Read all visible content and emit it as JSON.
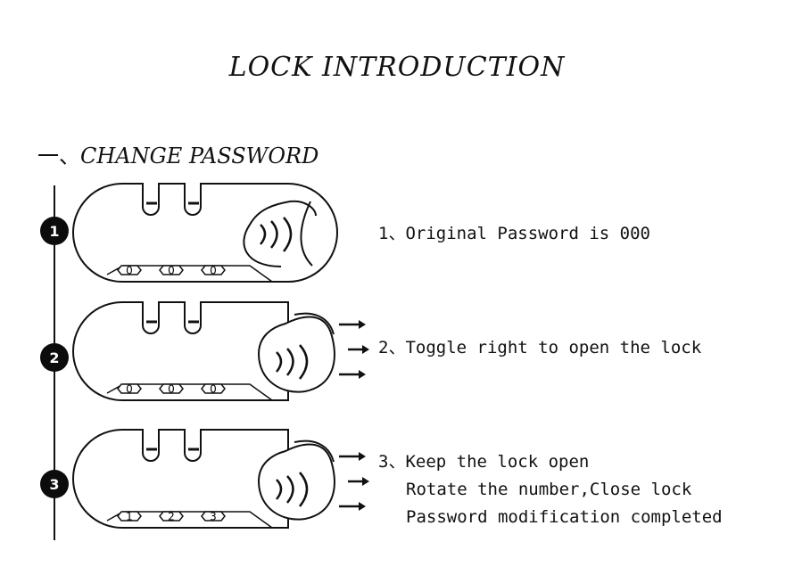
{
  "title": "LOCK INTRODUCTION",
  "section": {
    "prefix": "一、",
    "label": "CHANGE PASSWORD"
  },
  "steps": [
    {
      "badge": "1",
      "lines": [
        "1、Original Password is 000"
      ],
      "digits": [
        "0",
        "0",
        "0"
      ],
      "open": false
    },
    {
      "badge": "2",
      "lines": [
        "2、Toggle right to open the lock"
      ],
      "digits": [
        "0",
        "0",
        "0"
      ],
      "open": true
    },
    {
      "badge": "3",
      "lines": [
        "3、Keep the lock open",
        "Rotate the number,Close lock",
        "Password modification completed"
      ],
      "digits": [
        "1",
        "2",
        "3"
      ],
      "open": true
    }
  ],
  "icons": {
    "step_badge": "numbered-circle-icon",
    "arrow": "arrow-right-icon",
    "slider": "chevron-grip-icon"
  }
}
